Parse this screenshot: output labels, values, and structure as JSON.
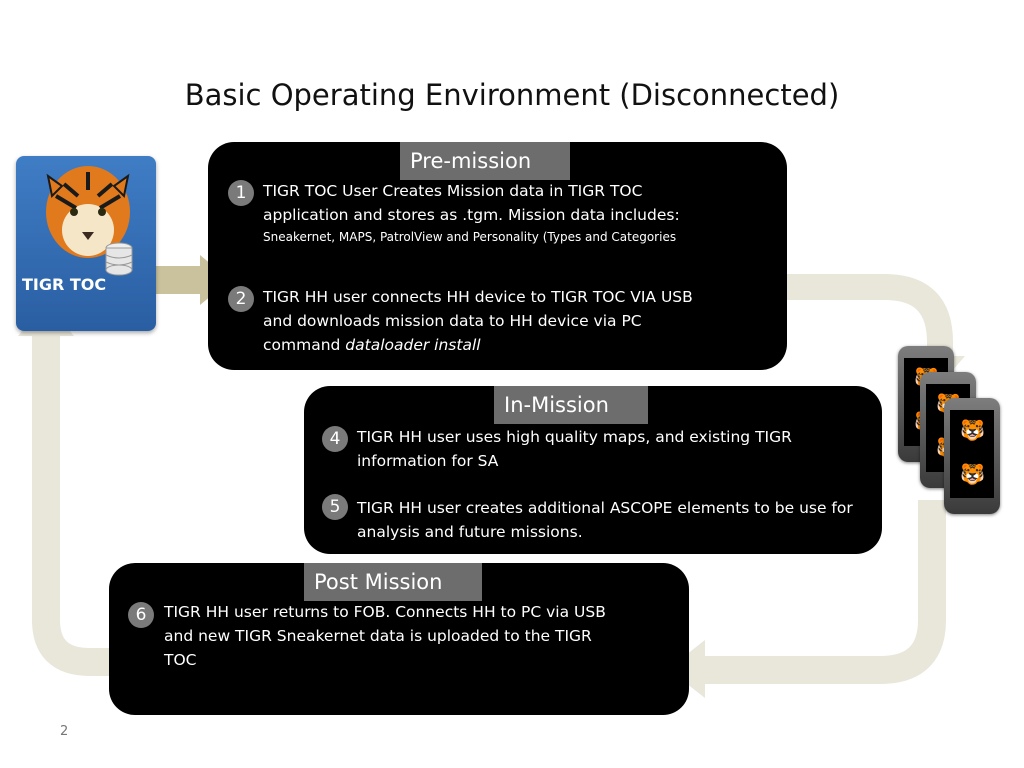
{
  "title": "Basic Operating Environment (Disconnected)",
  "toc": {
    "label": "TIGR TOC"
  },
  "pre_mission": {
    "header": "Pre-mission",
    "steps": [
      {
        "num": "1",
        "line1": "TIGR TOC User Creates Mission data in TIGR TOC",
        "line2": "application and stores as .tgm.  Mission data includes:",
        "line3": "Sneakernet, MAPS, PatrolView and Personality (Types and Categories"
      },
      {
        "num": "2",
        "line1": "TIGR HH user connects HH device to TIGR TOC VIA USB",
        "line2": "and downloads mission data to HH device via PC",
        "line3a": "command ",
        "line3b": "dataloader install"
      }
    ]
  },
  "in_mission": {
    "header": "In-Mission",
    "steps": [
      {
        "num": "4",
        "line1": "TIGR HH user uses high quality maps, and existing TIGR",
        "line2": "information for SA"
      },
      {
        "num": "5",
        "line1": "TIGR HH user creates additional ASCOPE elements to be use for",
        "line2": "analysis and future missions."
      }
    ]
  },
  "post_mission": {
    "header": "Post Mission",
    "steps": [
      {
        "num": "6",
        "line1": "TIGR HH user returns to FOB.  Connects HH to PC via USB",
        "line2": "and new TIGR Sneakernet data is uploaded to the TIGR",
        "line3": "TOC"
      }
    ]
  },
  "page_number": "2",
  "colors": {
    "box": "#000000",
    "header": "#6d6d6d",
    "arrow": "#e9e6da",
    "toc": "#2f68ad",
    "gold_arrow": "#c9c29c"
  },
  "icons": [
    "tiger-icon",
    "database-icon",
    "phone-icon"
  ]
}
